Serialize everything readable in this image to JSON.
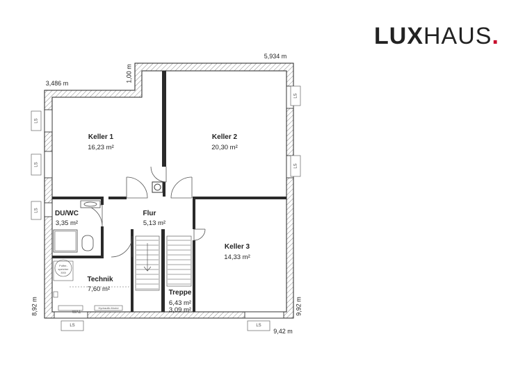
{
  "brand": {
    "part1": "LUX",
    "part2": "HAUS",
    "dot": ".",
    "accent_color": "#c8102e"
  },
  "dimensions": {
    "top_right": "5,934 m",
    "top_left": "3,486 m",
    "offset_vertical": "1,00 m",
    "left_height": "8,92 m",
    "right_height": "9,92 m",
    "bottom_right": "9,42 m"
  },
  "window_label": "LS",
  "rooms": {
    "keller1": {
      "name": "Keller 1",
      "area": "16,23 m²"
    },
    "keller2": {
      "name": "Keller 2",
      "area": "20,30 m²"
    },
    "keller3": {
      "name": "Keller 3",
      "area": "14,33 m²"
    },
    "flur": {
      "name": "Flur",
      "area": "5,13 m²"
    },
    "duwc": {
      "name": "DU/WC",
      "area": "3,35 m²"
    },
    "technik": {
      "name": "Technik",
      "area": "7,60 m²"
    },
    "treppe": {
      "name": "Treppe",
      "area1": "6,43 m²",
      "area2": "3,09 m²"
    }
  },
  "equipment": {
    "storage_line1": "Puffer-",
    "storage_line2": "speicher",
    "storage_line3": "300l",
    "hydraulic": "Hydraulik-Modul",
    "wa": "WA1"
  }
}
